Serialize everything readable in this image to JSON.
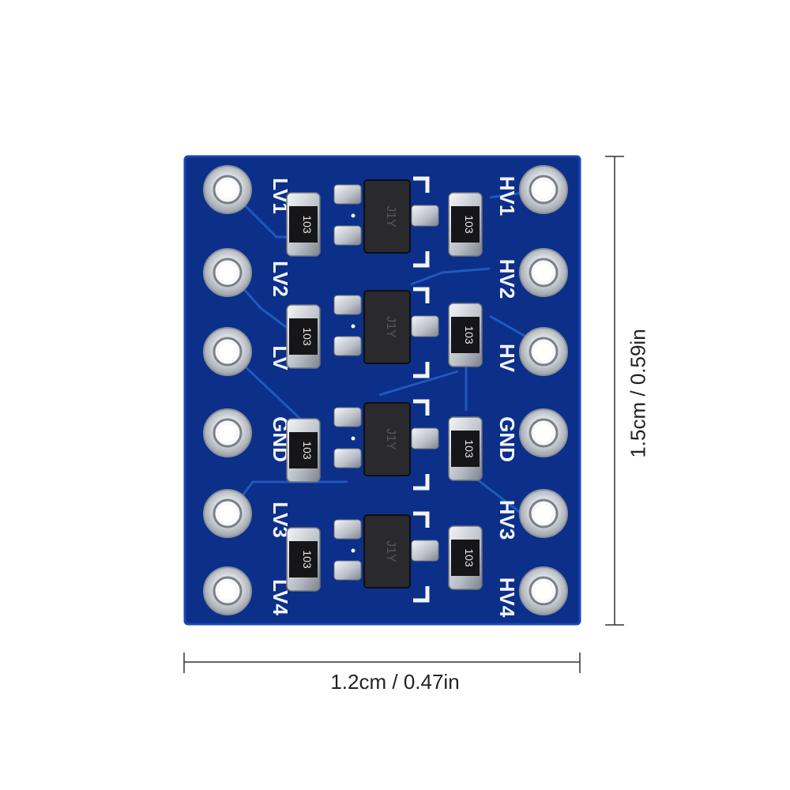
{
  "product": {
    "board": {
      "left_labels": [
        "LV1",
        "LV2",
        "LV",
        "GND",
        "LV3",
        "LV4"
      ],
      "right_labels": [
        "HV1",
        "HV2",
        "HV",
        "GND",
        "HV3",
        "HV4"
      ],
      "resistor_marking": "103",
      "chip_marking": "J1Y",
      "colors": {
        "pcb": "#0c2f8a",
        "pcb_edge": "#1b47b5",
        "pad_silver": "#cfd3d8",
        "chip": "#2a2a2e",
        "silkscreen": "#f2f4f8"
      }
    },
    "dimensions": {
      "width_label": "1.2cm / 0.47in",
      "height_label": "1.5cm / 0.59in"
    }
  }
}
